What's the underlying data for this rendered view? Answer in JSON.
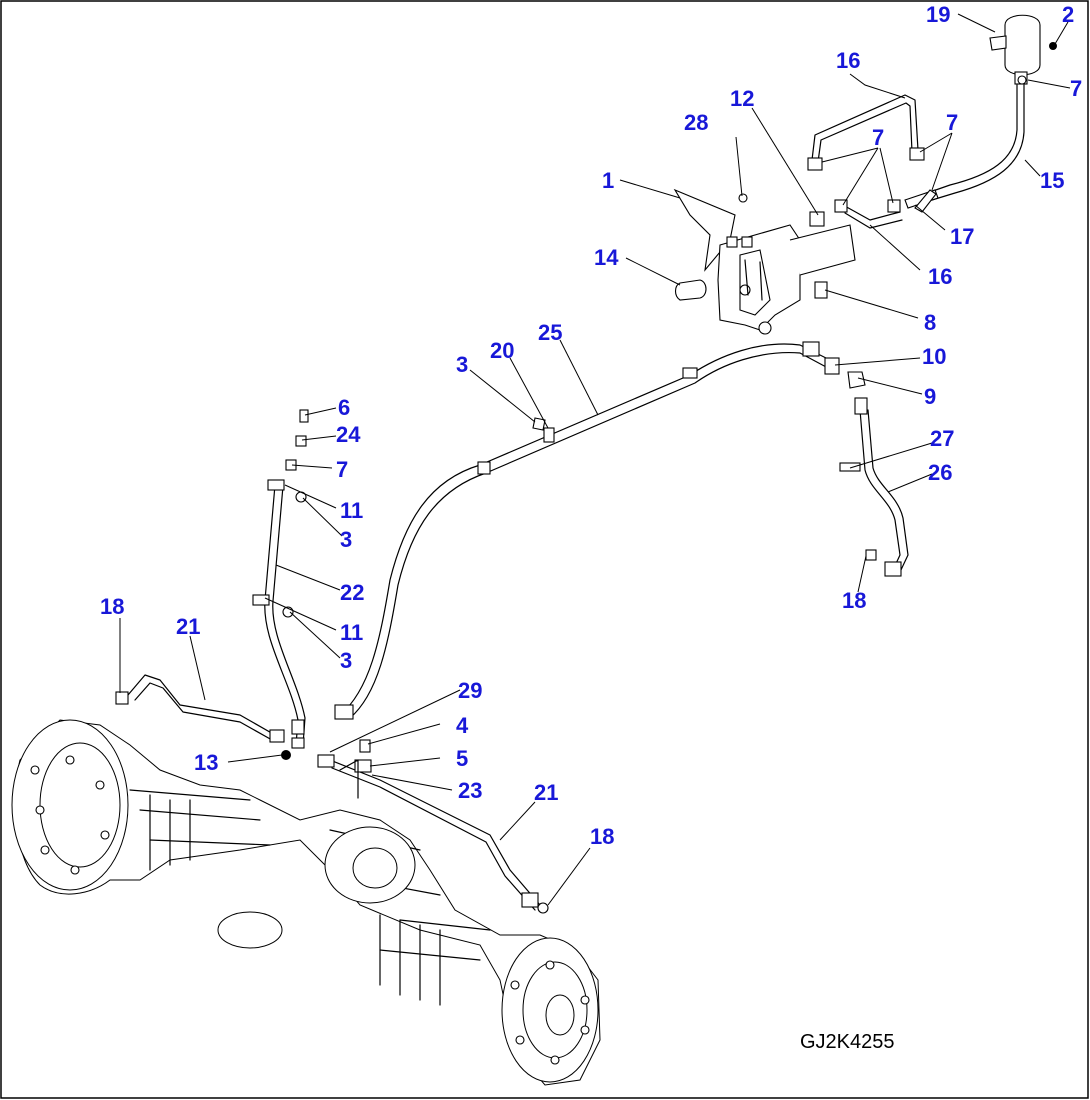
{
  "drawing_code": "GJ2K4255",
  "callouts": [
    {
      "id": "c19",
      "text": "19"
    },
    {
      "id": "c2",
      "text": "2"
    },
    {
      "id": "c7a",
      "text": "7"
    },
    {
      "id": "c16a",
      "text": "16"
    },
    {
      "id": "c12",
      "text": "12"
    },
    {
      "id": "c28",
      "text": "28"
    },
    {
      "id": "c7b",
      "text": "7"
    },
    {
      "id": "c7c",
      "text": "7"
    },
    {
      "id": "c15",
      "text": "15"
    },
    {
      "id": "c1",
      "text": "1"
    },
    {
      "id": "c17",
      "text": "17"
    },
    {
      "id": "c16b",
      "text": "16"
    },
    {
      "id": "c14",
      "text": "14"
    },
    {
      "id": "c8",
      "text": "8"
    },
    {
      "id": "c25",
      "text": "25"
    },
    {
      "id": "c20",
      "text": "20"
    },
    {
      "id": "c3a",
      "text": "3"
    },
    {
      "id": "c10",
      "text": "10"
    },
    {
      "id": "c9",
      "text": "9"
    },
    {
      "id": "c6",
      "text": "6"
    },
    {
      "id": "c24",
      "text": "24"
    },
    {
      "id": "c27",
      "text": "27"
    },
    {
      "id": "c7d",
      "text": "7"
    },
    {
      "id": "c26",
      "text": "26"
    },
    {
      "id": "c11a",
      "text": "11"
    },
    {
      "id": "c3b",
      "text": "3"
    },
    {
      "id": "c18a",
      "text": "18"
    },
    {
      "id": "c22",
      "text": "22"
    },
    {
      "id": "c18b",
      "text": "18"
    },
    {
      "id": "c21a",
      "text": "21"
    },
    {
      "id": "c11b",
      "text": "11"
    },
    {
      "id": "c3c",
      "text": "3"
    },
    {
      "id": "c29",
      "text": "29"
    },
    {
      "id": "c4",
      "text": "4"
    },
    {
      "id": "c5",
      "text": "5"
    },
    {
      "id": "c13",
      "text": "13"
    },
    {
      "id": "c23",
      "text": "23"
    },
    {
      "id": "c21b",
      "text": "21"
    },
    {
      "id": "c18c",
      "text": "18"
    }
  ]
}
